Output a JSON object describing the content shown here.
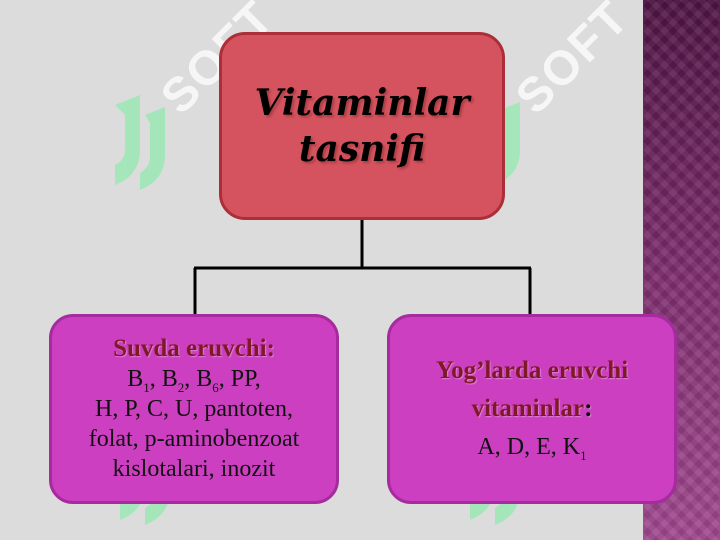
{
  "colors": {
    "background": "#dcdcdc",
    "root_fill": "#d5535e",
    "child_fill": "#cc3fc0",
    "heading_text": "#7e1a28",
    "side_strip": "#7c2c6c"
  },
  "watermark": {
    "text": "SOFT",
    "icon": "watermark-logo-icon"
  },
  "root": {
    "line1": "Vitaminlar",
    "line2": "tasnifi"
  },
  "left": {
    "heading": "Suvda eruvchi:",
    "line1": {
      "b1": "B",
      "s1": "1",
      "b2": ", B",
      "s2": "2",
      "b3": ", B",
      "s3": "6",
      "b4": ", PP,"
    },
    "line2": "H, P, C, U, pantoten,",
    "line3": "folat, p-aminobenzoat",
    "line4": "kislotalari, inozit"
  },
  "right": {
    "heading1": "Yog’larda eruvchi",
    "heading2": "vitaminlar",
    "colon": ":",
    "line1": {
      "base": "A, D, E, K",
      "sub": "1"
    }
  }
}
